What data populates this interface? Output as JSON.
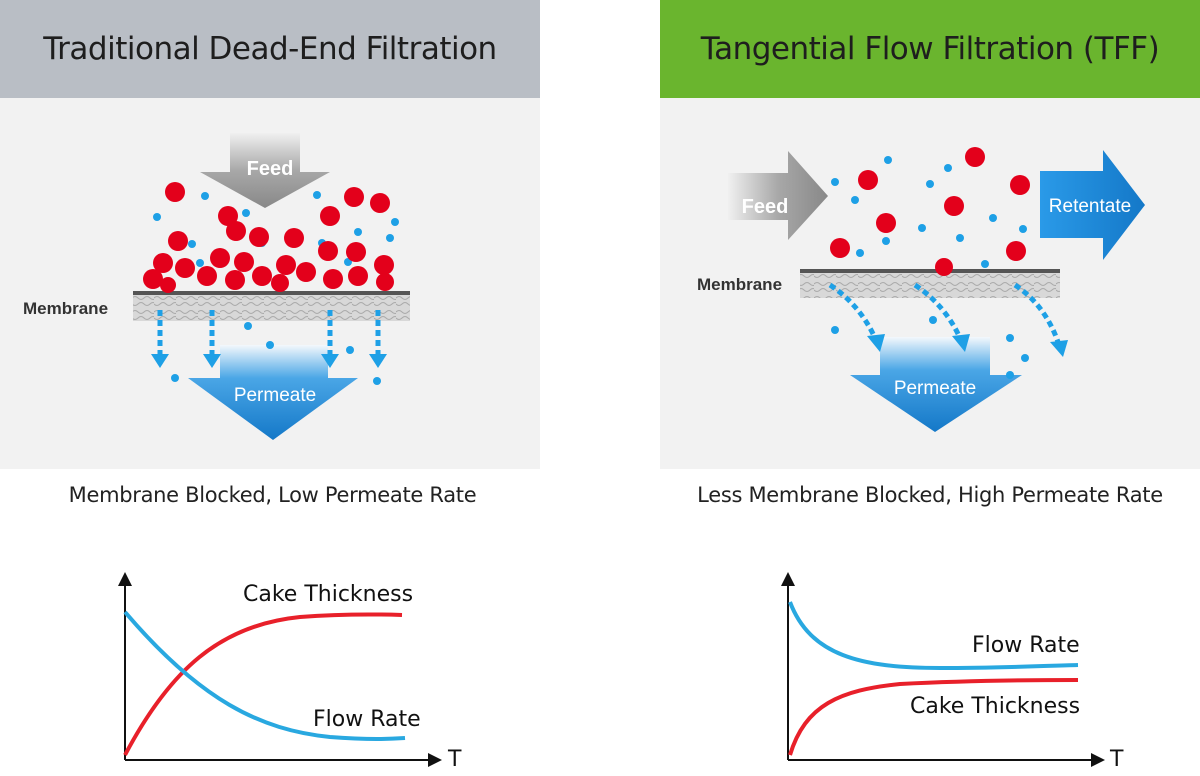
{
  "left": {
    "title": "Traditional Dead-End Filtration",
    "title_bg": "#b9bec5",
    "feed_label": "Feed",
    "membrane_label": "Membrane",
    "permeate_label": "Permeate",
    "caption": "Membrane Blocked, Low Permeate Rate",
    "chart": {
      "series_top_label": "Cake Thickness",
      "series_bottom_label": "Flow Rate",
      "x_axis_label": "T"
    }
  },
  "right": {
    "title": "Tangential Flow Filtration (TFF)",
    "title_bg": "#6ab52e",
    "feed_label": "Feed",
    "retentate_label": "Retentate",
    "membrane_label": "Membrane",
    "permeate_label": "Permeate",
    "caption": "Less Membrane Blocked, High Permeate Rate",
    "chart": {
      "series_top_label": "Flow Rate",
      "series_bottom_label": "Cake Thickness",
      "x_axis_label": "T"
    }
  },
  "colors": {
    "particle_large": "#e3001b",
    "particle_small": "#1ea0e6",
    "arrow_blue": "#1b86d6",
    "feed_gray": "#8c8c8c",
    "cake_curve": "#e8202a",
    "flow_curve": "#29a8e0"
  }
}
